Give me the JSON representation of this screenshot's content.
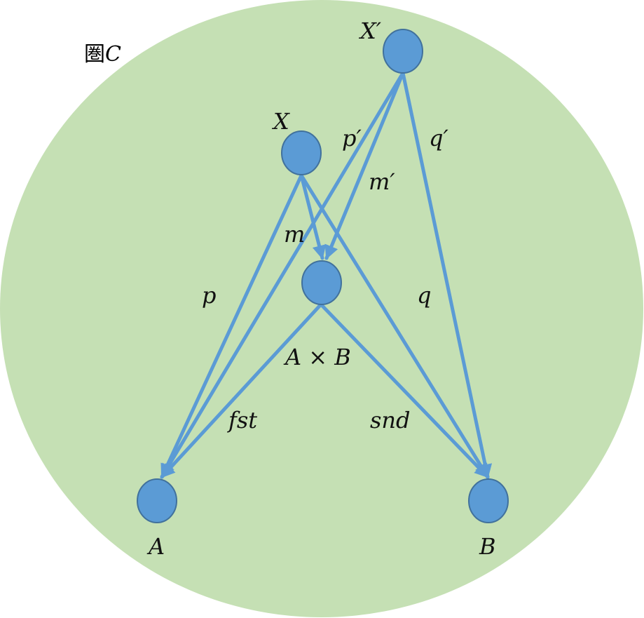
{
  "category": {
    "prefix": "圏",
    "name": "C"
  },
  "colors": {
    "background": "#c5e0b4",
    "node_fill": "#5b9bd5",
    "arrow": "#5b9bd5"
  },
  "objects": {
    "x_prime": "X′",
    "x": "X",
    "product": "A × B",
    "a": "A",
    "b": "B"
  },
  "morphisms": {
    "p_prime": "p′",
    "q_prime": "q′",
    "m_prime": "m′",
    "m": "m",
    "p": "p",
    "q": "q",
    "fst": "fst",
    "snd": "snd"
  }
}
